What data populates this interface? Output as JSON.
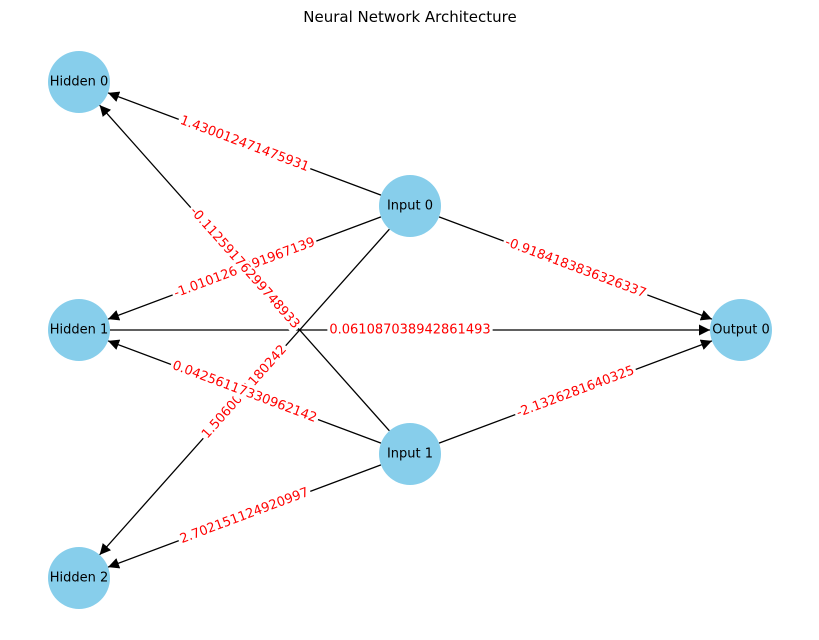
{
  "title": "Neural Network Architecture",
  "colors": {
    "node_fill": "#87ceeb",
    "edge": "#000000",
    "edge_label": "#ff0000",
    "label_bg": "#ffffff"
  },
  "nodes": [
    {
      "id": "h0",
      "label": "Hidden 0"
    },
    {
      "id": "h1",
      "label": "Hidden 1"
    },
    {
      "id": "h2",
      "label": "Hidden 2"
    },
    {
      "id": "i0",
      "label": "Input 0"
    },
    {
      "id": "i1",
      "label": "Input 1"
    },
    {
      "id": "o0",
      "label": "Output 0"
    }
  ],
  "edges": [
    {
      "from": "i0",
      "to": "h0",
      "label": "1.430012471475931"
    },
    {
      "from": "i0",
      "to": "h1",
      "label": "-1.0101260391967139"
    },
    {
      "from": "i0",
      "to": "h2",
      "label": "1.5060021180242"
    },
    {
      "from": "i0",
      "to": "o0",
      "label": "-0.9184183836326337"
    },
    {
      "from": "i1",
      "to": "h0",
      "label": "-0.11259176299748933"
    },
    {
      "from": "i1",
      "to": "h1",
      "label": "0.04256117330962142"
    },
    {
      "from": "i1",
      "to": "h2",
      "label": "2.702151124920997"
    },
    {
      "from": "i1",
      "to": "o0",
      "label": "-2.1326281640325"
    },
    {
      "from": "h1",
      "to": "o0",
      "label": "0.061087038942861493"
    }
  ]
}
